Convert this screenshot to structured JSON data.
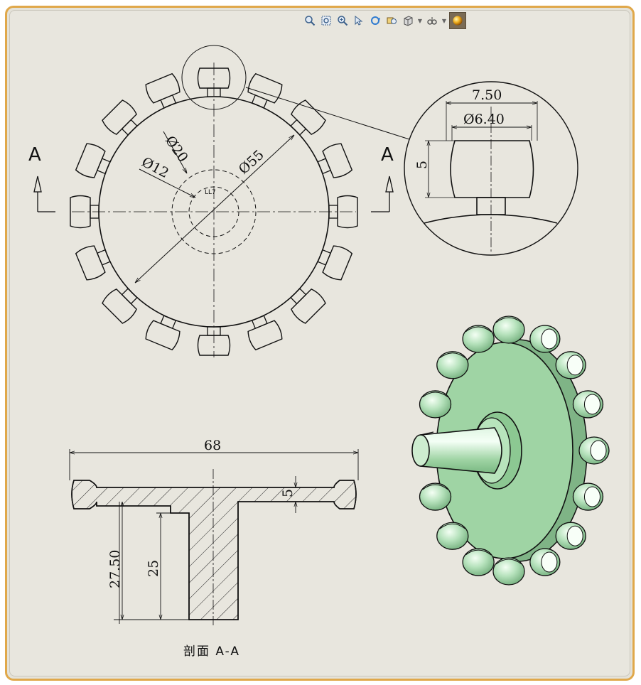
{
  "toolbar": {
    "icons": [
      "zoom-to-fit-icon",
      "zoom-to-area-icon",
      "zoom-in-out-icon",
      "select-icon",
      "rotate-icon",
      "previous-view-icon",
      "view-orientation-icon",
      "display-style-icon",
      "appearance-icon"
    ]
  },
  "dimensions": {
    "dia_20": "Ø20",
    "dia_12": "Ø12",
    "dia_55": "Ø55",
    "detail_width": "7.50",
    "detail_dia": "Ø6.40",
    "detail_height": "5",
    "overall_width": "68",
    "flange_thickness": "5",
    "total_height": "27.50",
    "shaft_height": "25",
    "center_mark": "LL7"
  },
  "labels": {
    "section_left": "A",
    "section_right": "A",
    "section_caption": "剖面 A-A"
  },
  "colors": {
    "frame": "#e0a84a",
    "paper": "#e8e6de",
    "model_body": "#9fd4a4",
    "model_roller": "#a8dcb0"
  }
}
